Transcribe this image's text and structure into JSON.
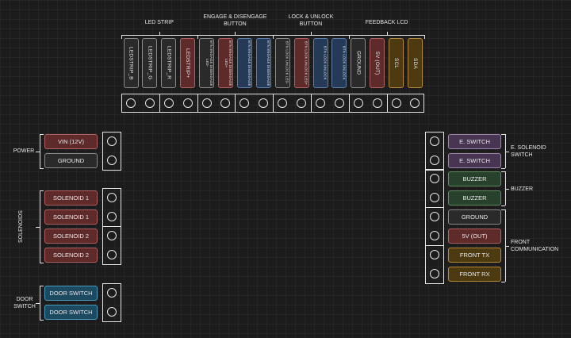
{
  "top_groups": {
    "led_strip": "LED STRIP",
    "engage": "ENGAGE & DISENGAGE\nBUTTON",
    "lock": "LOCK & UNLOCK\nBUTTON",
    "feedback": "FEEDBACK LCD"
  },
  "top_pins": [
    {
      "label": "LEDSTRIP_B",
      "color": "dark"
    },
    {
      "label": "LEDSTRIP_G",
      "color": "dark"
    },
    {
      "label": "LEDSTRIP_R",
      "color": "dark"
    },
    {
      "label": "LEDSTRIP+",
      "color": "red"
    },
    {
      "label": "BTN ENGAGE DISENGAGE LED-",
      "color": "dark"
    },
    {
      "label": "BTN ENGAGE DISENGAGE LED+",
      "color": "red"
    },
    {
      "label": "BTN ENGAGE DISENGAGE",
      "color": "blue"
    },
    {
      "label": "BTN ENGAGE DISENGAGE",
      "color": "blue"
    },
    {
      "label": "BTN LOCK UNLOCK LED-",
      "color": "dark"
    },
    {
      "label": "BTN LOCK UNLOCK LED+",
      "color": "red"
    },
    {
      "label": "BTN LOCK UNLOCK",
      "color": "blue"
    },
    {
      "label": "BTN LOCK UNLOCK",
      "color": "blue"
    },
    {
      "label": "GROUND",
      "color": "dark"
    },
    {
      "label": "5V (OUT)",
      "color": "red"
    },
    {
      "label": "SCL",
      "color": "orange"
    },
    {
      "label": "SDA",
      "color": "orange"
    }
  ],
  "left": {
    "power": {
      "title": "POWER",
      "pins": [
        {
          "label": "VIN (12V)",
          "color": "red"
        },
        {
          "label": "GROUND",
          "color": "dark"
        }
      ]
    },
    "solenoids": {
      "title": "SOLENOIDS",
      "pins": [
        {
          "label": "SOLENOID 1",
          "color": "red"
        },
        {
          "label": "SOLENOID 1",
          "color": "red"
        },
        {
          "label": "SOLENOID 2",
          "color": "red"
        },
        {
          "label": "SOLENOID 2",
          "color": "red"
        }
      ]
    },
    "door": {
      "title": "DOOR\nSWITCH",
      "pins": [
        {
          "label": "DOOR SWITCH",
          "color": "cyan"
        },
        {
          "label": "DOOR SWITCH",
          "color": "cyan"
        }
      ]
    }
  },
  "right": {
    "esw": {
      "title": "E. SOLENOID\nSWITCH",
      "pins": [
        {
          "label": "E. SWITCH",
          "color": "purple"
        },
        {
          "label": "E. SWITCH",
          "color": "purple"
        }
      ]
    },
    "buzzer": {
      "title": "BUZZER",
      "pins": [
        {
          "label": "BUZZER",
          "color": "green"
        },
        {
          "label": "BUZZER",
          "color": "green"
        }
      ]
    },
    "front": {
      "title": "FRONT\nCOMMUNICATION",
      "pins": [
        {
          "label": "GROUND",
          "color": "dark"
        },
        {
          "label": "5V (OUT)",
          "color": "red"
        },
        {
          "label": "FRONT TX",
          "color": "orange"
        },
        {
          "label": "FRONT RX",
          "color": "orange"
        }
      ]
    }
  }
}
